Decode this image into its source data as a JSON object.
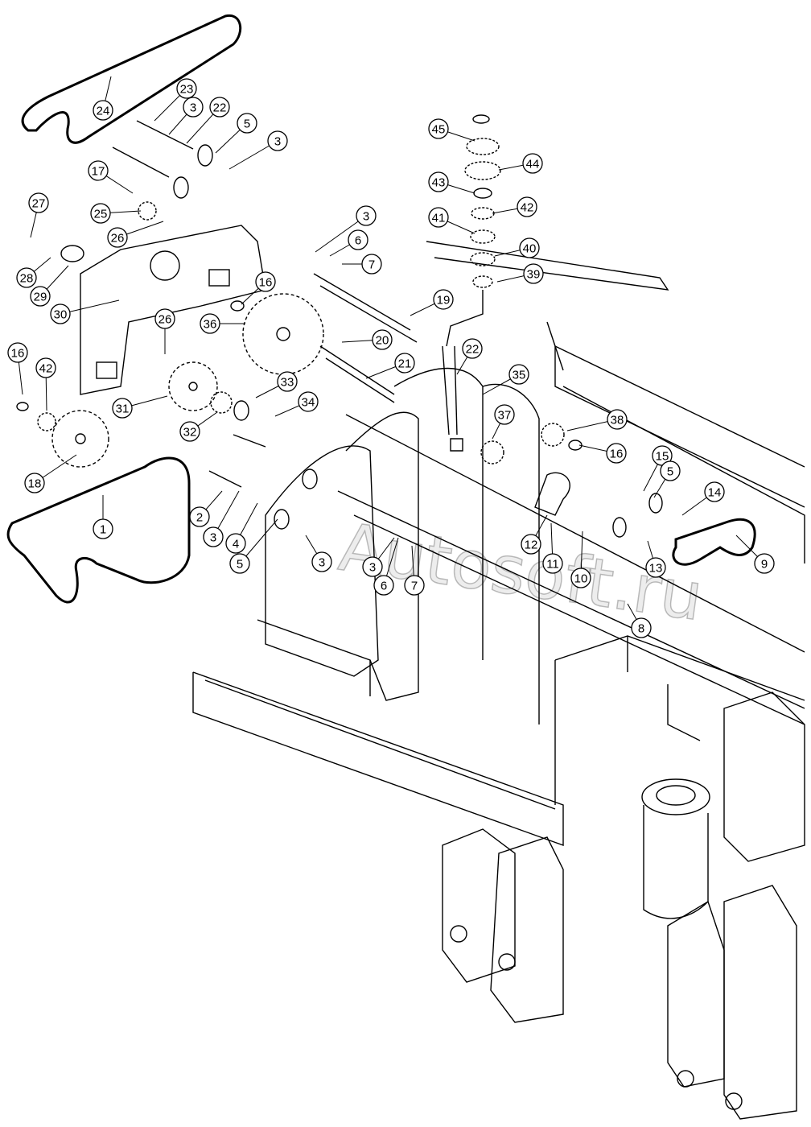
{
  "watermark": "Autosoft.ru",
  "callouts": [
    "24",
    "23",
    "3",
    "22",
    "5",
    "3",
    "17",
    "25",
    "26",
    "27",
    "28",
    "29",
    "30",
    "3",
    "6",
    "7",
    "16",
    "45",
    "44",
    "43",
    "42",
    "41",
    "40",
    "39",
    "19",
    "36",
    "20",
    "21",
    "22",
    "35",
    "26",
    "16",
    "42",
    "31",
    "32",
    "33",
    "34",
    "37",
    "38",
    "16",
    "18",
    "15",
    "5",
    "14",
    "1",
    "2",
    "3",
    "4",
    "5",
    "3",
    "3",
    "6",
    "7",
    "12",
    "11",
    "10",
    "13",
    "9",
    "8"
  ]
}
